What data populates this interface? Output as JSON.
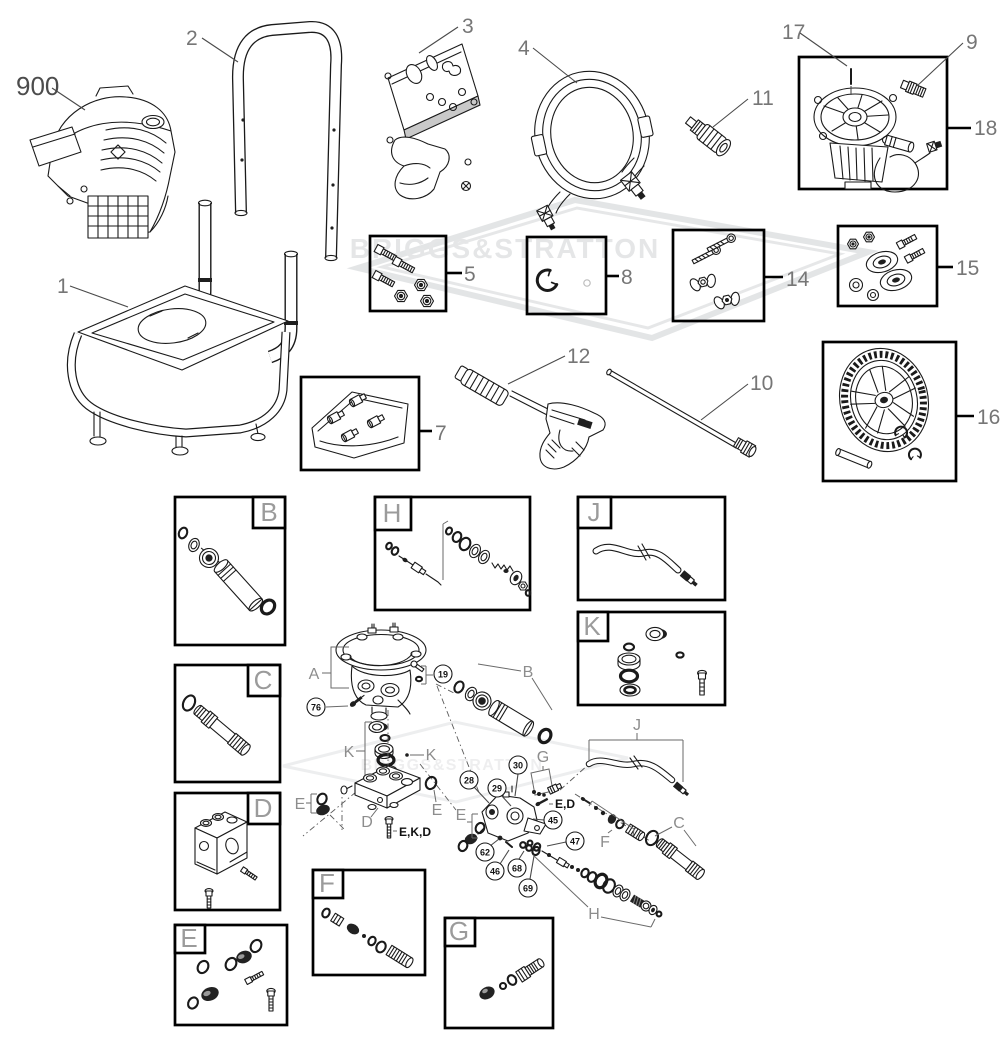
{
  "watermark": {
    "text": "BRIGGS&STRATTON"
  },
  "labels": {
    "engine": "900",
    "frame": "1",
    "handle": "2",
    "handle_bracket": "3",
    "hose": "4",
    "bolt_kit": "5",
    "nozzle_kit": "7",
    "clip_kit": "8",
    "fitting": "9",
    "lance": "10",
    "coupler": "11",
    "gun": "12",
    "wingnut_kit": "14",
    "axle_hardware_kit": "15",
    "wheel_kit": "16",
    "pin": "17",
    "pump": "18"
  },
  "sections": {
    "b": "B",
    "h": "H",
    "j": "J",
    "k": "K",
    "c": "C",
    "d": "D",
    "e": "E",
    "f": "F",
    "g": "G"
  },
  "exploded": {
    "a": "A",
    "b": "B",
    "k1": "K",
    "k2": "K",
    "d": "D",
    "e1": "E",
    "e2": "E",
    "e3": "E",
    "c": "C",
    "f": "F",
    "g": "G",
    "h": "H",
    "j": "J",
    "ekd": "E,K,D",
    "ed": "E,D"
  },
  "refs": {
    "r19": "19",
    "r28": "28",
    "r29": "29",
    "r30": "30",
    "r45": "45",
    "r46": "46",
    "r47": "47",
    "r62": "62",
    "r68": "68",
    "r69": "69",
    "r76": "76"
  }
}
